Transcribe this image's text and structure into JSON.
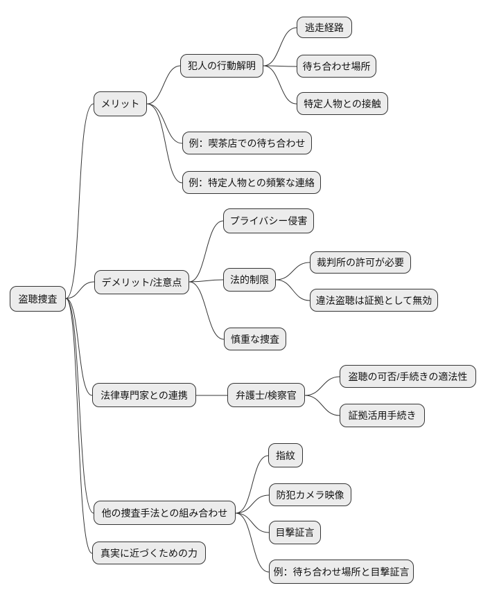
{
  "diagram": {
    "type": "mindmap",
    "accent_colors": {
      "node_fill": "#ececec",
      "node_border": "#333333",
      "edge": "#333333",
      "background": "#ffffff"
    },
    "root": {
      "label": "盗聴捜査",
      "children": [
        {
          "label": "メリット",
          "children": [
            {
              "label": "犯人の行動解明",
              "children": [
                {
                  "label": "逃走経路"
                },
                {
                  "label": "待ち合わせ場所"
                },
                {
                  "label": "特定人物との接触"
                }
              ]
            },
            {
              "label": "例：喫茶店での待ち合わせ"
            },
            {
              "label": "例：特定人物との頻繁な連絡"
            }
          ]
        },
        {
          "label": "デメリット/注意点",
          "children": [
            {
              "label": "プライバシー侵害"
            },
            {
              "label": "法的制限",
              "children": [
                {
                  "label": "裁判所の許可が必要"
                },
                {
                  "label": "違法盗聴は証拠として無効"
                }
              ]
            },
            {
              "label": "慎重な捜査"
            }
          ]
        },
        {
          "label": "法律専門家との連携",
          "children": [
            {
              "label": "弁護士/検察官",
              "children": [
                {
                  "label": "盗聴の可否/手続きの適法性"
                },
                {
                  "label": "証拠活用手続き"
                }
              ]
            }
          ]
        },
        {
          "label": "他の捜査手法との組み合わせ",
          "children": [
            {
              "label": "指紋"
            },
            {
              "label": "防犯カメラ映像"
            },
            {
              "label": "目撃証言"
            },
            {
              "label": "例：待ち合わせ場所と目撃証言"
            }
          ]
        },
        {
          "label": "真実に近づくための力"
        }
      ]
    }
  }
}
